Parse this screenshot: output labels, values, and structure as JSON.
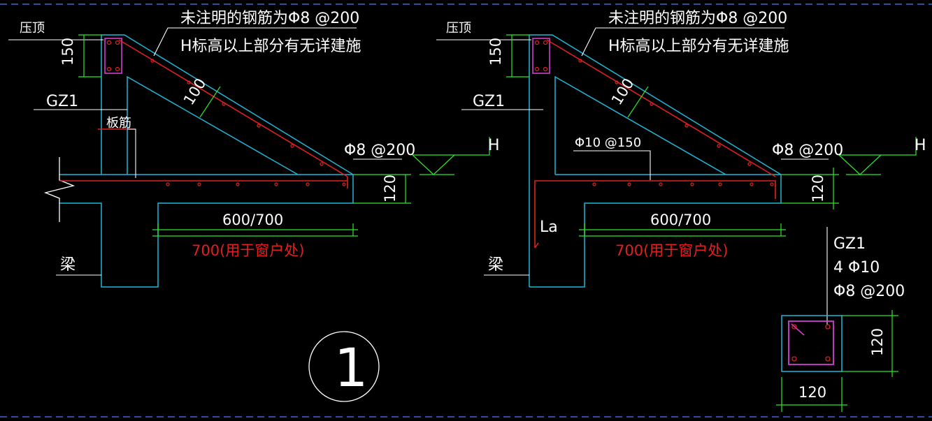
{
  "colors": {
    "background": "#000000",
    "concrete": "#1fb8d8",
    "rebar": "#e02020",
    "dimension": "#2ee62e",
    "stirrup": "#d040d0",
    "text": "#ffffff",
    "frame": "#3a6ad0"
  },
  "left": {
    "note_line1": "未注明的钢筋为Φ8 @200",
    "note_line2": "H标高以上部分有无详建施",
    "top_label": "压顶",
    "dim_150": "150",
    "dim_100": "100",
    "gz_label": "GZ1",
    "slab_rebar_label": "板筋",
    "rebar_label": "Φ8 @200",
    "elev_label": "H",
    "dim_120": "120",
    "dim_span": "600/700",
    "dim_window": "700(用于窗户处)",
    "beam_label": "梁"
  },
  "right": {
    "note_line1": "未注明的钢筋为Φ8 @200",
    "note_line2": "H标高以上部分有无详建施",
    "top_label": "压顶",
    "dim_150": "150",
    "dim_100": "100",
    "gz_label": "GZ1",
    "bar_label": "Φ10 @150",
    "rebar_label": "Φ8 @200",
    "elev_label": "H",
    "dim_120": "120",
    "dim_span": "600/700",
    "dim_window": "700(用于窗户处)",
    "anchor_label": "La",
    "beam_label": "梁"
  },
  "gz_section": {
    "title": "GZ1",
    "main_bars": "4 Φ10",
    "stirrups": "Φ8 @200",
    "dim_width": "120",
    "dim_height": "120"
  },
  "detail_number": "1"
}
